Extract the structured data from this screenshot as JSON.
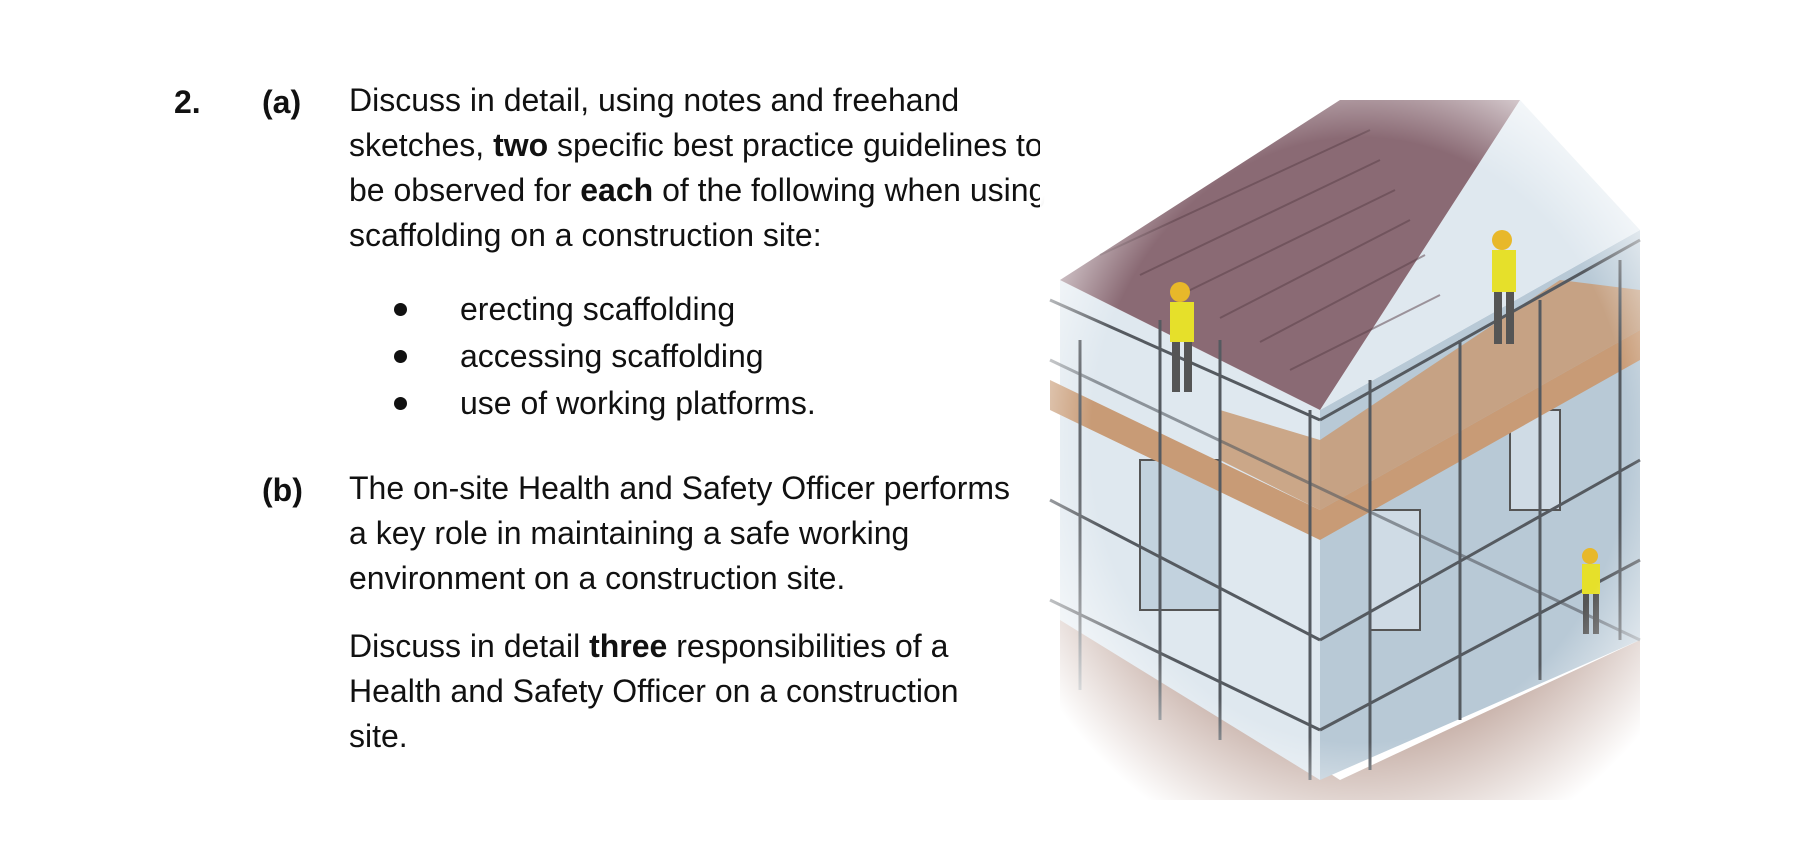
{
  "question": {
    "number": "2.",
    "part_a": {
      "label": "(a)",
      "text": {
        "s1": "Discuss in detail, using notes and freehand sketches, ",
        "b1": "two",
        "s2": " specific best practice guidelines to be observed for ",
        "b2": "each",
        "s3": " of the following when using scaffolding on a construction site:"
      },
      "bullets": [
        "erecting scaffolding",
        "accessing scaffolding",
        "use of working platforms."
      ]
    },
    "part_b": {
      "label": "(b)",
      "intro": "The on-site Health and Safety Officer performs a key role in maintaining a safe working environment on a construction site.",
      "task": {
        "s1": "Discuss in detail ",
        "b1": "three",
        "s2": " responsibilities of a Health and Safety Officer on a construction site."
      }
    }
  },
  "illustration": {
    "subject": "watercolor sketch of workers on scaffolding around a building",
    "colors": {
      "roof": "#8a6a74",
      "wall": "#dfe8ef",
      "wall_shadow": "#b8c9d6",
      "platform": "#c89b76",
      "ground": "#9c7566",
      "vest": "#e6e02a",
      "hardhat": "#e8b82a",
      "pole": "#555a60"
    }
  }
}
